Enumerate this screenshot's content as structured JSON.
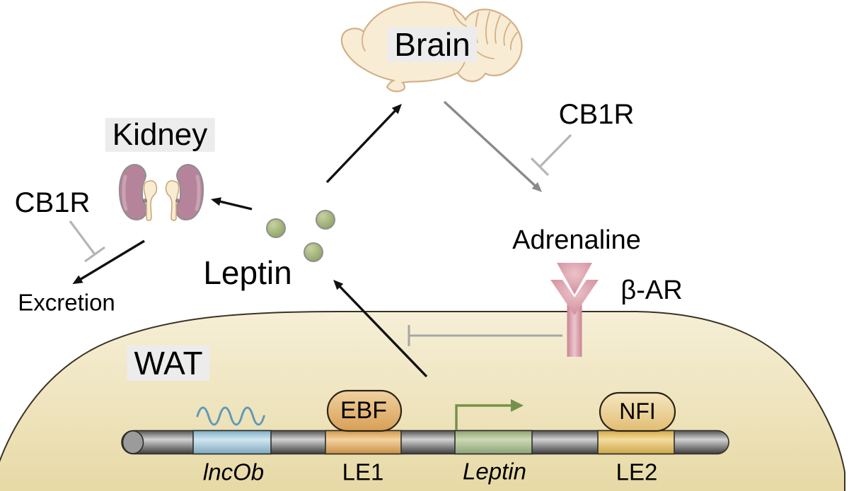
{
  "figure_type": "signaling-pathway-diagram",
  "labels": {
    "brain": "Brain",
    "kidney": "Kidney",
    "wat": "WAT",
    "cb1r_left": "CB1R",
    "cb1r_right": "CB1R",
    "excretion": "Excretion",
    "leptin_hormone": "Leptin",
    "adrenaline": "Adrenaline",
    "beta_ar": "β-AR"
  },
  "gene_track": {
    "segments": [
      {
        "id": "lncob",
        "label": "lncOb",
        "italic": true,
        "segment_color": "#a9cee2",
        "annotation": "rna-wave"
      },
      {
        "id": "le1",
        "label": "LE1",
        "italic": false,
        "segment_color": "#eec68a",
        "annotation": "EBF bound"
      },
      {
        "id": "leptin_gene",
        "label": "Leptin",
        "italic": true,
        "segment_color": "#c3d2a8",
        "annotation": "transcription-start-arrow"
      },
      {
        "id": "le2",
        "label": "LE2",
        "italic": false,
        "segment_color": "#f0d694",
        "annotation": "NFI bound"
      }
    ],
    "factors": [
      {
        "id": "ebf",
        "label": "EBF",
        "binds": "LE1"
      },
      {
        "id": "nfi",
        "label": "NFI",
        "binds": "LE2"
      }
    ]
  },
  "interactions": [
    {
      "from": "Leptin",
      "to": "Brain",
      "type": "activation",
      "color": "black"
    },
    {
      "from": "Leptin",
      "to": "Kidney",
      "type": "activation",
      "color": "black"
    },
    {
      "from": "Kidney",
      "to": "Excretion",
      "type": "activation",
      "color": "black"
    },
    {
      "from": "CB1R",
      "to": "Kidney-Excretion arrow",
      "type": "inhibition",
      "color": "gray"
    },
    {
      "from": "Brain",
      "to": "Adrenaline",
      "type": "activation",
      "color": "gray"
    },
    {
      "from": "CB1R",
      "to": "Brain-Adrenaline arrow",
      "type": "inhibition",
      "color": "gray"
    },
    {
      "from": "beta-AR signaling",
      "to": "Leptin gene locus",
      "type": "inhibition",
      "color": "gray"
    },
    {
      "from": "Leptin gene locus",
      "to": "Leptin (secreted)",
      "type": "activation",
      "color": "black"
    }
  ],
  "colors": {
    "wat_fill_top": "#f6efd7",
    "wat_fill_bottom": "#e7d9a5",
    "membrane": "#3a3322",
    "label_background": "#ececec",
    "brain_fill": "#f9ecd4",
    "brain_outline": "#d3b088",
    "kidney_fill": "#b5849b",
    "leptin_dot": "#9dac72",
    "receptor_pink": "#d795a2",
    "rna_wave_blue": "#5f9ab7",
    "transcription_green": "#75914c",
    "inhibition_gray": "#b5b5b5",
    "activation_black": "#111111",
    "activation_gray": "#8a8a8a"
  }
}
